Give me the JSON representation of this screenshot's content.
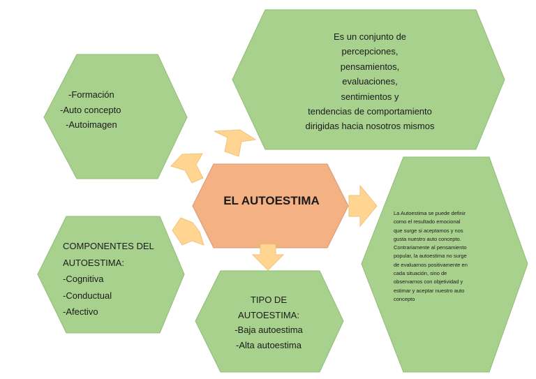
{
  "center": {
    "title": "EL AUTOESTIMA"
  },
  "definition": {
    "lines": [
      "Es un conjunto de",
      "percepciones,",
      "pensamientos,",
      "evaluaciones,",
      "sentimientos y",
      "tendencias de comportamiento",
      "dirigidas hacia nosotros mismos"
    ]
  },
  "factors": {
    "lines": [
      "-Formación",
      "-Auto concepto",
      "-Autoimagen"
    ]
  },
  "components": {
    "lines": [
      "COMPONENTES DEL",
      "AUTOESTIMA:",
      "-Cognitiva",
      "-Conductual",
      "-Afectivo"
    ]
  },
  "types": {
    "lines": [
      "TIPO DE",
      "AUTOESTIMA:",
      "-Baja autoestima",
      "-Alta autoestima"
    ]
  },
  "extended_definition": {
    "lines": [
      "La Autoestima se puede definir",
      "como el resultado emocional",
      "que surge si aceptamos y nos",
      "gusta nuestro auto concepto.",
      "Contrariamente al pensamiento",
      "popular, la autoestima no surge",
      "de evaluarnos positivamente en",
      "cada situación, sino de",
      "observarnos con objetividad y",
      "estimar y aceptar nuestro auto",
      "concepto"
    ]
  },
  "colors": {
    "hex_fill": "#a9d18e",
    "hex_stroke": "#8fbc74",
    "center_fill": "#f4b183",
    "center_stroke": "#d99873",
    "arrow_fill": "#ffd591",
    "arrow_stroke": "#f2c27a"
  }
}
